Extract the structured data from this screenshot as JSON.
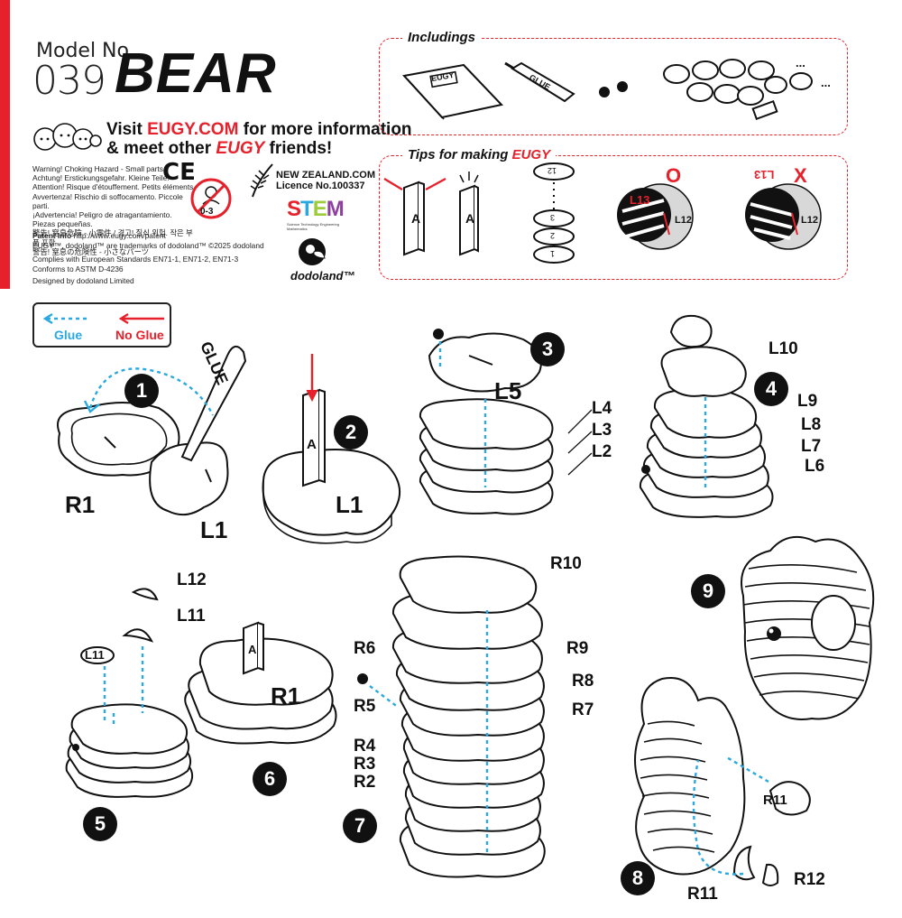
{
  "header": {
    "model_label": "Model No.",
    "model_number": "039",
    "model_name": "BEAR",
    "visit_line1_pre": "Visit ",
    "visit_link": "EUGY.COM",
    "visit_line1_post": " for more information",
    "visit_line2_pre": "& meet other ",
    "visit_brand": "EUGY",
    "visit_line2_post": " friends!",
    "warnings": [
      "Warning! Choking Hazard - Small parts.",
      "Achtung! Erstickungsgefahr. Kleine Teile.",
      "Attention! Risque d'étouffement. Petits éléments.",
      "Avvertenza! Rischio di soffocamento. Piccole parti.",
      "¡Advertencia! Peligro de atragantamiento. Piezas pequeñas.",
      "警告! 窒息危險 - 小零件 / 경고! 질식 위험. 작은 부품 포함",
      "警告! 窒息の危険性 - 小さなパーツ"
    ],
    "ce_mark": "CE",
    "age_mark": "0-3",
    "nz_line1": "NEW ZEALAND.COM",
    "nz_line2": "Licence No.100337",
    "stem_text": "STEM",
    "stem_sub": "Science Technology Engineering Mathematics",
    "dodoland_logo": "dodoland™",
    "patent_label": "Patent Info",
    "patent_url": " http://www.eugy.com/patent",
    "trademark": "EUGY™, dodoland™ are trademarks of dodoland™ ©2025 dodoland",
    "compliance1": "Complies with European Standards EN71-1, EN71-2, EN71-3",
    "compliance2": "Conforms to ASTM D-4236",
    "designed_by": "Designed by dodoland Limited"
  },
  "includings": {
    "title": "Includings",
    "booklet_label": "EUGY",
    "glue_label": "GLUE",
    "ellipsis": "..."
  },
  "tips": {
    "title_pre": "Tips for making ",
    "title_brand": "EUGY",
    "piece_label": "A",
    "stack_labels": [
      "12",
      "3",
      "2",
      "1"
    ],
    "correct": {
      "mark": "O",
      "top": "L13",
      "bottom": "L12"
    },
    "wrong": {
      "mark": "X",
      "top": "L13",
      "bottom": "L12"
    }
  },
  "legend": {
    "glue": "Glue",
    "no_glue": "No Glue"
  },
  "steps": [
    {
      "num": "1",
      "labels": [
        "R1",
        "L1"
      ],
      "tool": "GLUE"
    },
    {
      "num": "2",
      "labels": [
        "A",
        "L1"
      ]
    },
    {
      "num": "3",
      "labels": [
        "L5",
        "L4",
        "L3",
        "L2"
      ]
    },
    {
      "num": "4",
      "labels": [
        "L10",
        "L9",
        "L8",
        "L7",
        "L6"
      ]
    },
    {
      "num": "5",
      "labels": [
        "L12",
        "L11",
        "L11"
      ]
    },
    {
      "num": "6",
      "labels": [
        "A",
        "R1"
      ]
    },
    {
      "num": "7",
      "labels": [
        "R10",
        "R9",
        "R8",
        "R7",
        "R6",
        "R5",
        "R4",
        "R3",
        "R2"
      ]
    },
    {
      "num": "8",
      "labels": [
        "R11",
        "R11",
        "R12"
      ]
    },
    {
      "num": "9",
      "labels": []
    }
  ],
  "colors": {
    "accent": "#e6212b",
    "glue": "#29a9e0",
    "ink": "#111111"
  }
}
